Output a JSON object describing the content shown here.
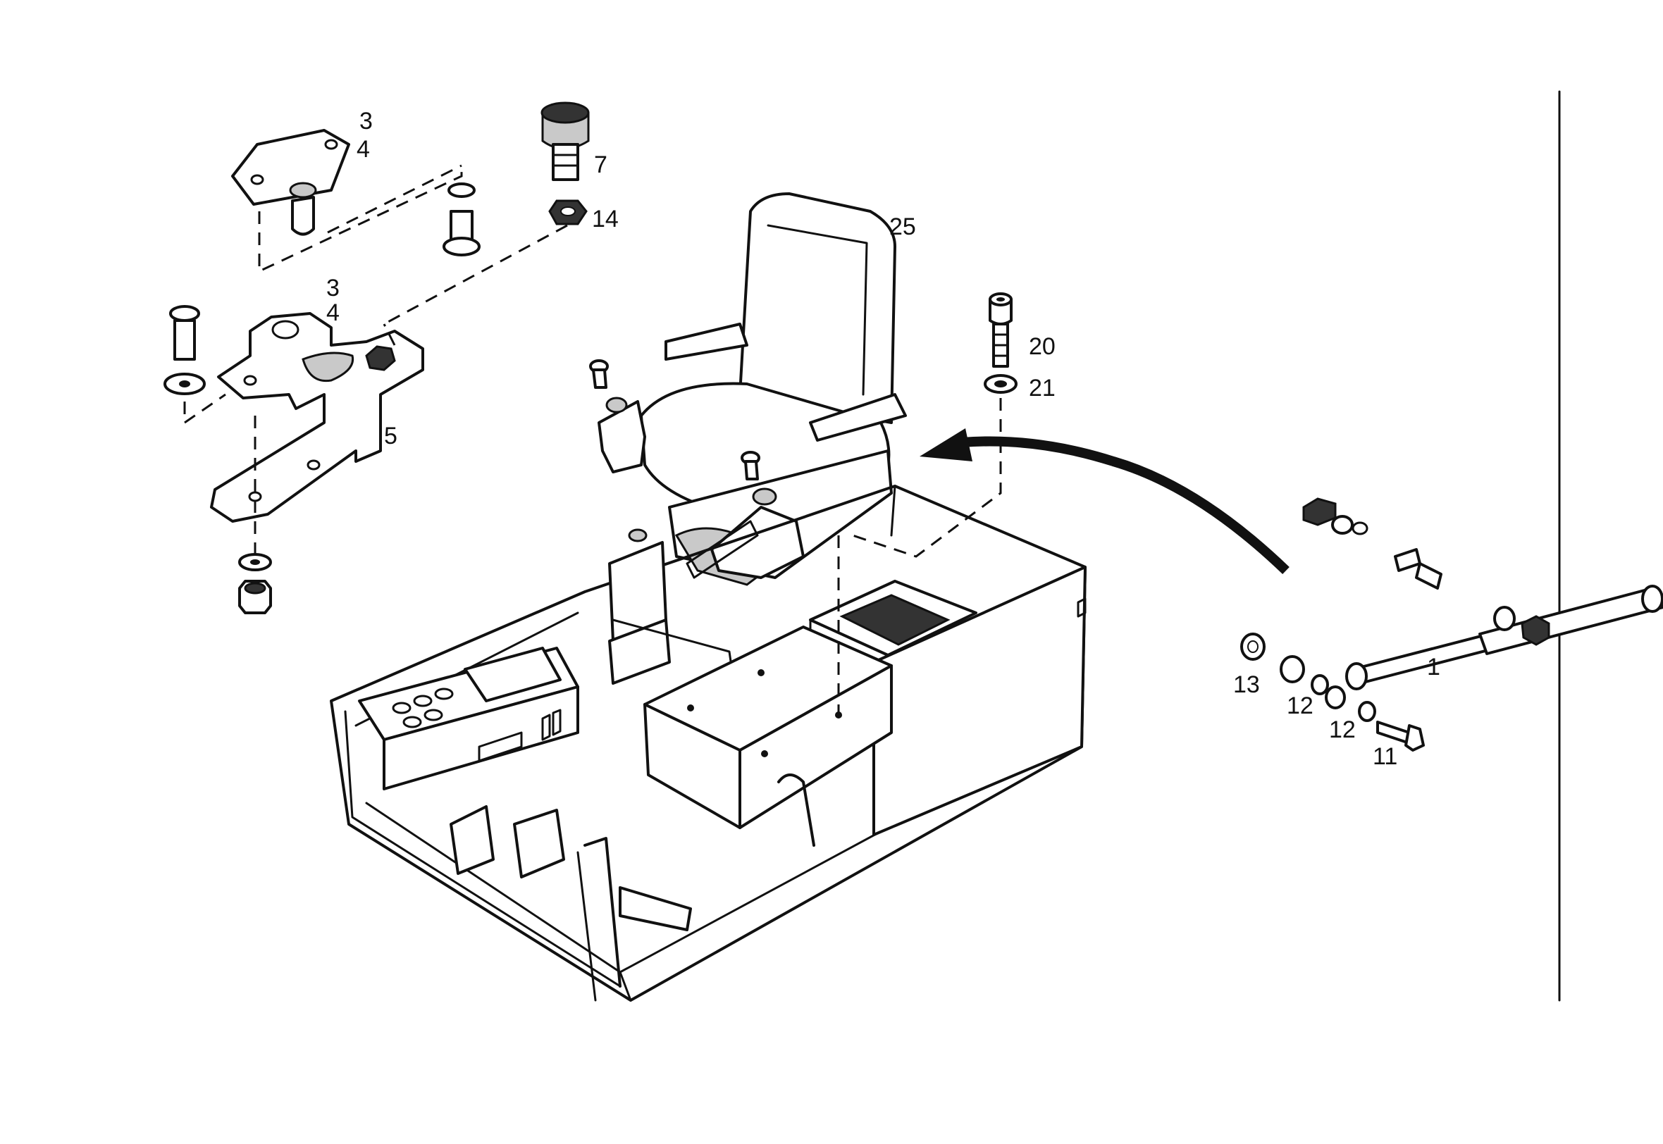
{
  "labels": {
    "l3_top": "3",
    "l4_top": "4",
    "l7": "7",
    "l14": "14",
    "l25": "25",
    "l3_mid": "3",
    "l4_mid": "4",
    "l5": "5",
    "l20": "20",
    "l21": "21",
    "l1": "1",
    "l13": "13",
    "l12_a": "12",
    "l12_b": "12",
    "l11": "11"
  }
}
